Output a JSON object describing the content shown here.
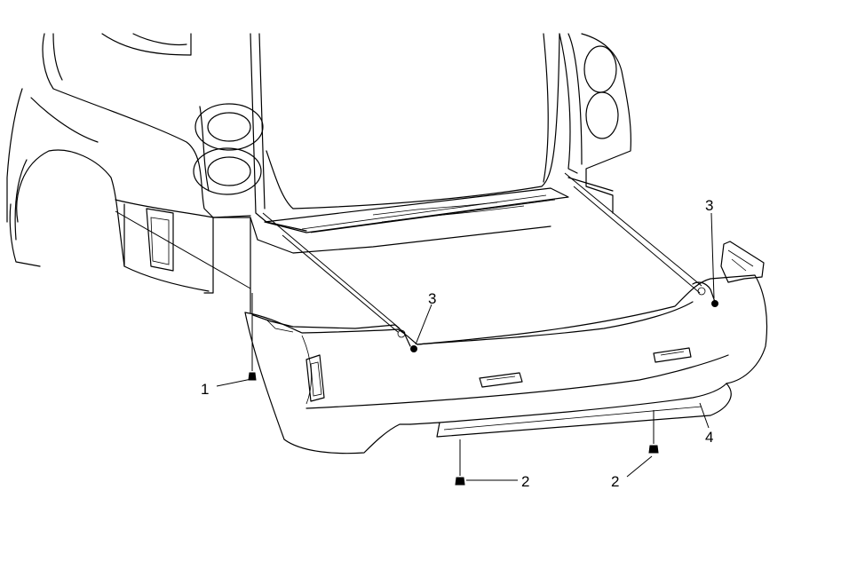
{
  "callouts": [
    {
      "label": "1"
    },
    {
      "label": "2"
    },
    {
      "label": "2"
    },
    {
      "label": "3"
    },
    {
      "label": "3"
    },
    {
      "label": "4"
    }
  ]
}
